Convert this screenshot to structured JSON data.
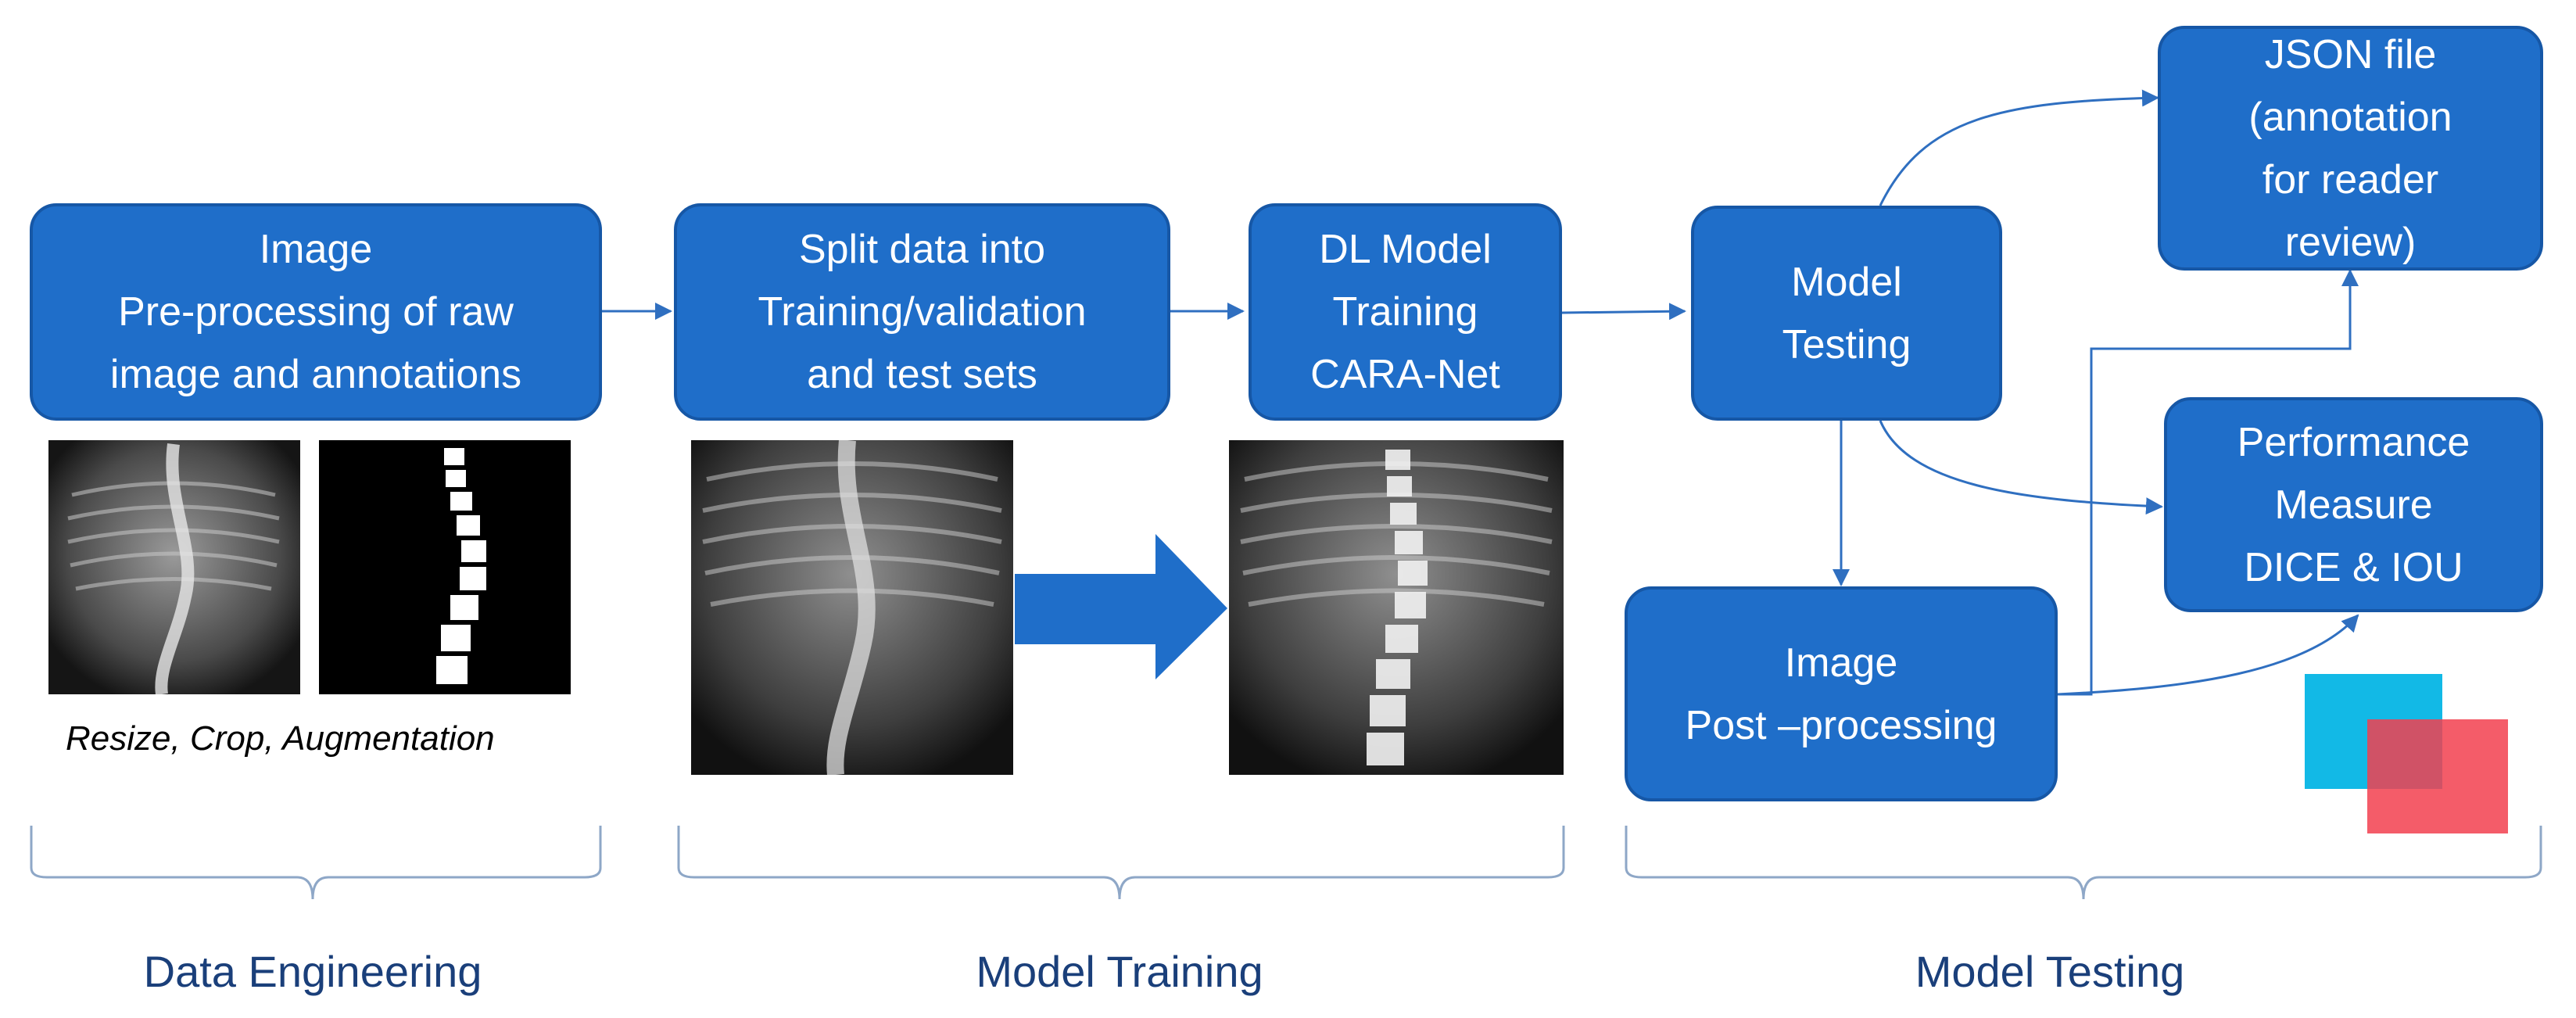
{
  "boxes": {
    "preprocess": [
      "Image",
      "Pre-processing of raw",
      "image and annotations"
    ],
    "split": [
      "Split data into",
      "Training/validation",
      "and test sets"
    ],
    "training": [
      "DL Model",
      "Training",
      "CARA-Net"
    ],
    "testing": [
      "Model",
      "Testing"
    ],
    "postprocess": [
      "Image",
      "Post –processing"
    ],
    "json": [
      "JSON file",
      "(annotation",
      "for reader",
      "review)"
    ],
    "performance": [
      "Performance",
      "Measure",
      "DICE & IOU"
    ]
  },
  "caption": "Resize, Crop, Augmentation",
  "sections": {
    "data_engineering": "Data Engineering",
    "model_training": "Model Training",
    "model_testing": "Model Testing"
  },
  "colors": {
    "box_fill": "#1F6EC9",
    "box_border": "#1657A6",
    "arrow": "#2F6FC0",
    "bracket": "#8EA7C7",
    "section_text": "#1A3F7A",
    "iou_cyan": "#12B9E6",
    "iou_red": "#F2404F"
  },
  "icons": [
    "xray-raw-icon",
    "mask-icon",
    "xray-input-icon",
    "big-arrow-icon",
    "xray-segmented-icon",
    "iou-overlap-icon"
  ]
}
